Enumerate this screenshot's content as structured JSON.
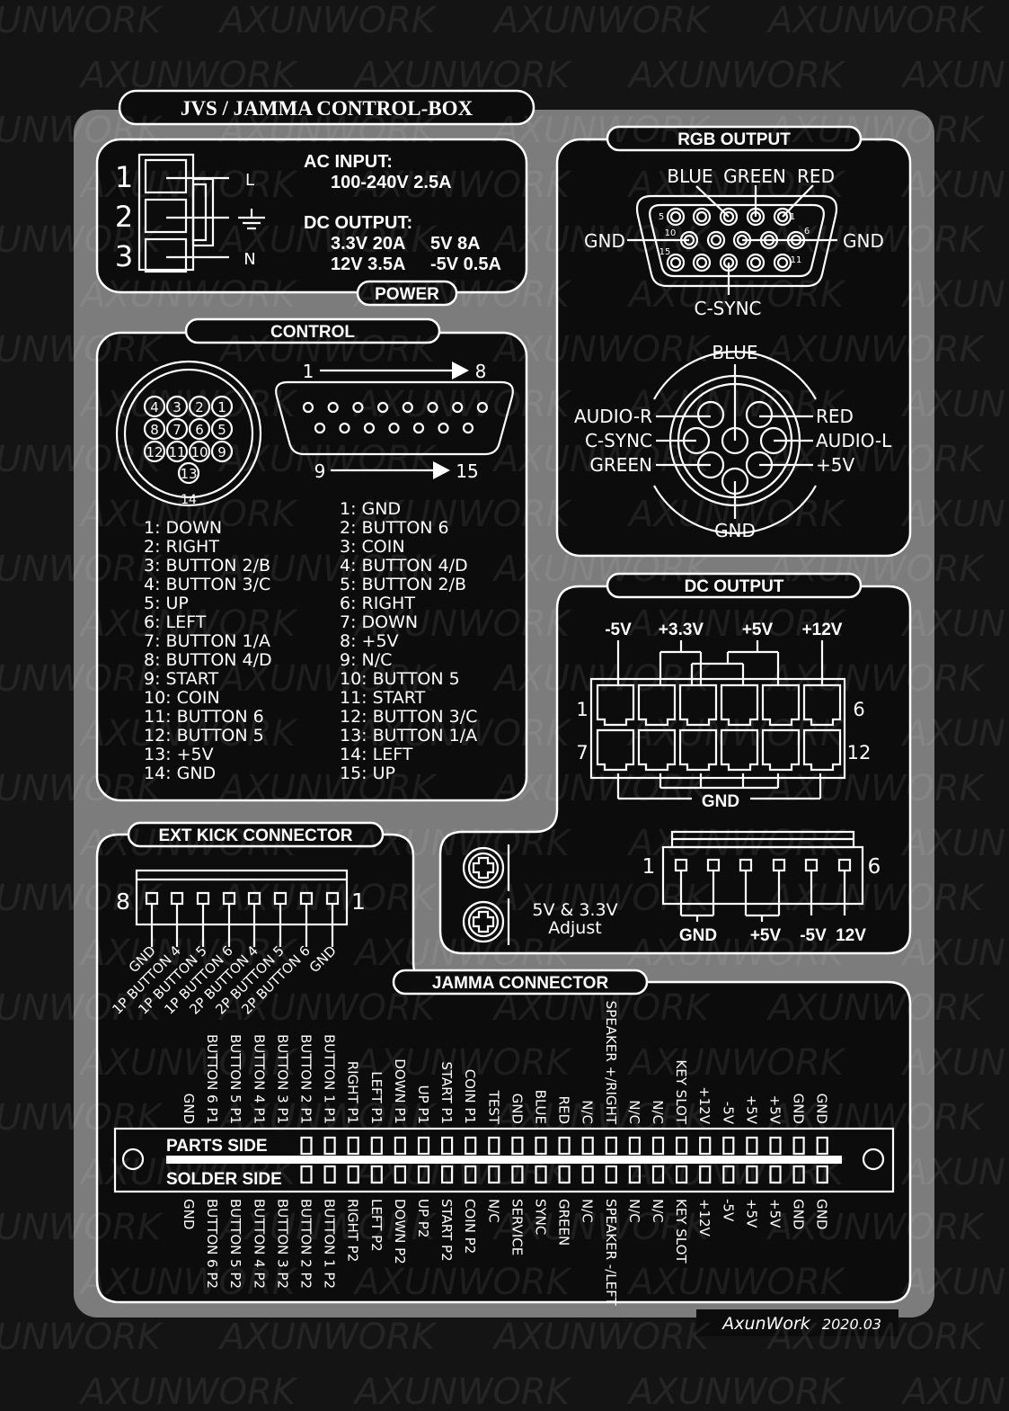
{
  "watermark": "AXUNWORK",
  "colors": {
    "background": "#141414",
    "plate": "#7c7c7c",
    "panel": "#0c0c0c",
    "line": "#ffffff"
  },
  "title": "JVS / JAMMA CONTROL-BOX",
  "power": {
    "header": "POWER",
    "pins": [
      "1",
      "2",
      "3"
    ],
    "pin_labels": [
      "L",
      "earth-ground-icon",
      "N"
    ],
    "ac_title": "AC INPUT:",
    "ac_value": "100-240V 2.5A",
    "dc_title": "DC OUTPUT:",
    "dc_values": [
      [
        "3.3V 20A",
        "5V 8A"
      ],
      [
        "12V 3.5A",
        "-5V 0.5A"
      ]
    ]
  },
  "control": {
    "header": "CONTROL",
    "circular_pins": [
      "1",
      "2",
      "3",
      "4",
      "5",
      "6",
      "7",
      "8",
      "9",
      "10",
      "11",
      "12",
      "13",
      "14"
    ],
    "db15_start": "1",
    "db15_end_top": "8",
    "db15_start_bottom": "9",
    "db15_end_bottom": "15",
    "circular_list": [
      "1: DOWN",
      "2: RIGHT",
      "3: BUTTON 2/B",
      "4: BUTTON 3/C",
      "5: UP",
      "6: LEFT",
      "7: BUTTON 1/A",
      "8: BUTTON 4/D",
      "9: START",
      "10: COIN",
      "11: BUTTON 6",
      "12: BUTTON 5",
      "13: +5V",
      "14: GND"
    ],
    "db15_list": [
      "1: GND",
      "2: BUTTON 6",
      "3: COIN",
      "4: BUTTON 4/D",
      "5: BUTTON 2/B",
      "6: RIGHT",
      "7: DOWN",
      "8: +5V",
      "9: N/C",
      "10: BUTTON 5",
      "11: START",
      "12: BUTTON 3/C",
      "13: BUTTON 1/A",
      "14: LEFT",
      "15: UP"
    ]
  },
  "rgb": {
    "header": "RGB OUTPUT",
    "vga": {
      "blue": "BLUE",
      "green": "GREEN",
      "red": "RED",
      "gnd_left": "GND",
      "gnd_right": "GND",
      "csync": "C-SYNC",
      "pin_nums": [
        "5",
        "1",
        "10",
        "6",
        "15",
        "11"
      ]
    },
    "din": {
      "top": "BLUE",
      "left": [
        "AUDIO-R",
        "C-SYNC",
        "GREEN"
      ],
      "right": [
        "RED",
        "AUDIO-L",
        "+5V"
      ],
      "bottom": "GND"
    }
  },
  "dc_output": {
    "header": "DC OUTPUT",
    "top_labels": [
      "-5V",
      "+3.3V",
      "+5V",
      "+12V"
    ],
    "row_nums": [
      "1",
      "6",
      "7",
      "12"
    ],
    "gnd": "GND",
    "small": {
      "first": "1",
      "last": "6",
      "labels": [
        "GND",
        "+5V",
        "-5V",
        "12V"
      ]
    },
    "adjust": [
      "5V & 3.3V",
      "Adjust"
    ]
  },
  "ext_kick": {
    "header": "EXT KICK CONNECTOR",
    "first": "8",
    "last": "1",
    "pins": [
      "GND",
      "1P BUTTON 4",
      "1P BUTTON 5",
      "1P BUTTON 6",
      "2P BUTTON 4",
      "2P BUTTON 5",
      "2P BUTTON 6",
      "GND"
    ]
  },
  "jamma": {
    "header": "JAMMA CONNECTOR",
    "parts_side": "PARTS SIDE",
    "solder_side": "SOLDER SIDE",
    "parts": [
      "GND",
      "BUTTON 6 P1",
      "BUTTON 5 P1",
      "BUTTON 4 P1",
      "BUTTON 3 P1",
      "BUTTON 2 P1",
      "BUTTON 1 P1",
      "RIGHT P1",
      "LEFT P1",
      "DOWN P1",
      "UP P1",
      "START P1",
      "COIN P1",
      "TEST",
      "GND",
      "BLUE",
      "RED",
      "N/C",
      "SPEAKER +/RIGHT",
      "N/C",
      "N/C",
      "KEY SLOT",
      "+12V",
      "-5V",
      "+5V",
      "+5V",
      "GND",
      "GND"
    ],
    "solder": [
      "GND",
      "BUTTON 6 P2",
      "BUTTON 5 P2",
      "BUTTON 4 P2",
      "BUTTON 3 P2",
      "BUTTON 2 P2",
      "BUTTON 1 P2",
      "RIGHT P2",
      "LEFT P2",
      "DOWN P2",
      "UP P2",
      "START P2",
      "COIN P2",
      "N/C",
      "SERVICE",
      "SYNC",
      "GREEN",
      "N/C",
      "SPEAKER -/LEFT",
      "N/C",
      "N/C",
      "KEY SLOT",
      "+12V",
      "-5V",
      "+5V",
      "+5V",
      "GND",
      "GND"
    ]
  },
  "footer": {
    "brand": "AxunWork",
    "date": "2020.03"
  }
}
